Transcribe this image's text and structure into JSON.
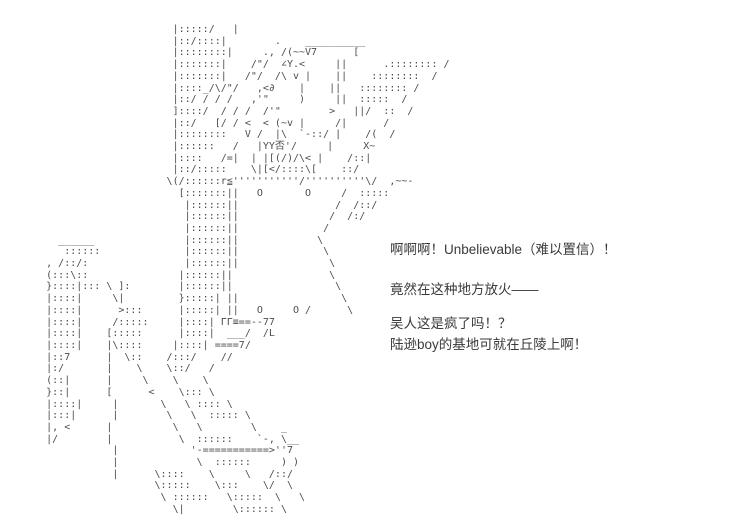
{
  "page": {
    "background_color": "#ffffff",
    "text_color": "#3a3a3a",
    "ascii_color": "#4d4d4d"
  },
  "ascii_art": {
    "description": "ascii-art-character",
    "lines": [
      "                            |:::::/   |",
      "                            |::/::::|        .    __________",
      "                            |::::::::|     ., /(~~V7      [",
      "                            |:::::::|    /\"/  ∠Y.<     ||      .:::::::: /",
      "                            |:::::::|   /\"/  /\\ v |    ||    ::::::::  /",
      "                            |::::_/\\/\"/   ,<∂    |    ||   :::::::: /",
      "                            |::/ / / /   ,'\"     )     ||  :::::  /",
      "                            ]::::/  / / /  /'\"        >   ||/  ::  /",
      "                            |::/   [/ / <  < (~v |     /|      /",
      "                            |::::::::   V /  |\\  `-::/ |    /(  /",
      "                            |::::::   /   |YY否'/     |     X~",
      "                            |::::   /=|  | |[(/)/\\< |    /::|",
      "                            |::/:::::    \\|[</::::\\[    ::/",
      "                           \\(/::::::r≦'''''''''''/''''''''''\\/  ,~~-",
      "                             [:::::::||   O       O     /  :::::",
      "                              |::::::||                /  /::/",
      "                              |::::::||               /  /:/",
      "                              |::::::||              /",
      "         ______               |::::::||             \\",
      "          ::::::              |::::::||              \\",
      "       , /::/:                |::::::||               \\",
      "       (:::\\::               |::::::||                \\",
      "       }::::|::: \\ ]:        |::::::||                 \\",
      "       |::::|     \\|         }:::::| ||                 \\",
      "       |::::|      >:::      |:::::| ||   O     O /      \\",
      "       |::::|     /:::::     |::::| ΓΓ≡==--77",
      "       |::::|    [:::::      |::::|  ___/  /L",
      "       |::::|    |\\::::     |::::| ====7/",
      "       |::7      |  \\::    /:::/    //",
      "       |:/       |    \\    \\::/   /",
      "       (::|      |     \\    \\    \\",
      "       }::|      [      <    \\::: \\",
      "       |::::|     |       \\   \\ :::: \\",
      "       |:::|      |        \\   \\  ::::: \\",
      "       |, <      |          \\   \\        \\    _",
      "       |/        |           \\  ::::::    `-, \\__",
      "                  |            '-===========>''7",
      "                  |             \\  ::::::     ) )",
      "                  |      \\::::    \\     \\   /::/",
      "                         \\:::::    \\:::    \\/  \\",
      "                          \\ ::::::   \\:::::  \\   \\",
      "                            \\|        \\:::::: \\"
    ]
  },
  "dialog": {
    "lines": [
      "啊啊啊！Unbelievable（难以置信）！",
      "竟然在这种地方放火——",
      "吴人这是疯了吗！？",
      "陆逊boy的基地可就在丘陵上啊！"
    ]
  }
}
